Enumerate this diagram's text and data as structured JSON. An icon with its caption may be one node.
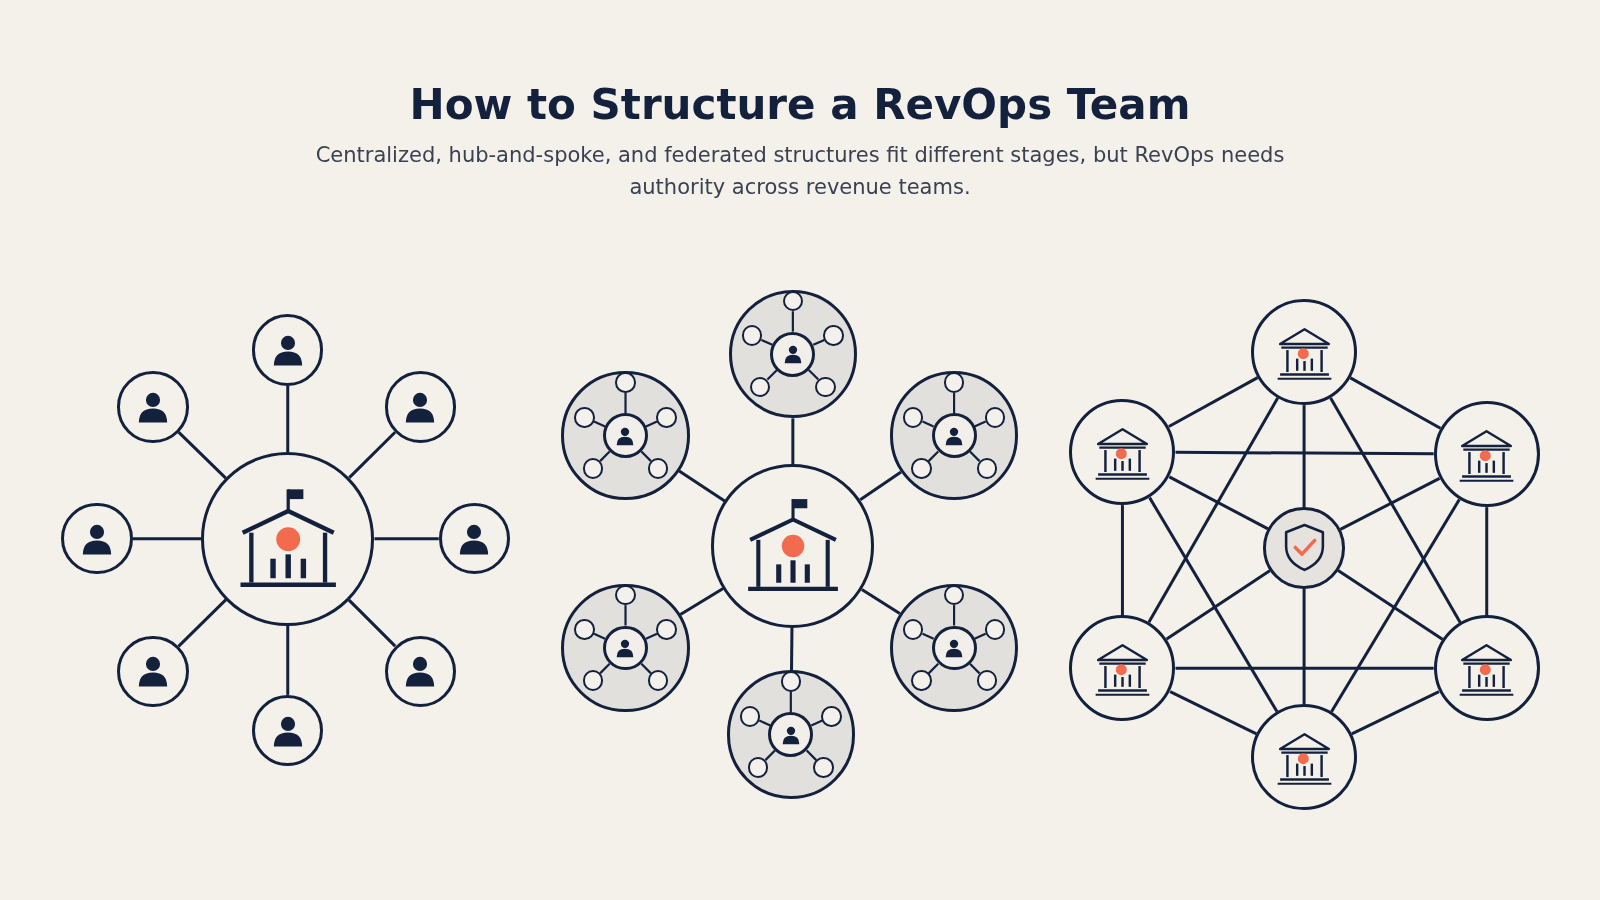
{
  "diagram": {
    "title": "How to Structure a RevOps Team",
    "labels": [
      "Centralized, hub-and-spoke, and federated structures fit different stages, but RevOps needs authority across revenue teams."
    ],
    "nodes": [
      {
        "text": [],
        "shape": "circle"
      },
      {
        "text": [],
        "shape": "circle"
      },
      {
        "text": [],
        "shape": "circle"
      },
      {
        "text": [],
        "shape": "circle"
      },
      {
        "text": [],
        "shape": "circle"
      },
      {
        "text": [],
        "shape": "circle"
      },
      {
        "text": [],
        "shape": "circle"
      },
      {
        "text": [],
        "shape": "circle"
      },
      {
        "text": [],
        "shape": "circle"
      },
      {
        "text": [],
        "shape": "circle"
      },
      {
        "text": [],
        "shape": "circle"
      },
      {
        "text": [],
        "shape": "circle",
        "in": 10
      },
      {
        "text": [],
        "shape": "circle",
        "in": 10
      },
      {
        "text": [],
        "shape": "circle",
        "in": 10
      },
      {
        "text": [],
        "shape": "circle",
        "in": 10
      },
      {
        "text": [],
        "shape": "circle",
        "in": 10
      },
      {
        "text": [],
        "shape": "circle",
        "in": 10
      },
      {
        "text": [],
        "shape": "circle"
      },
      {
        "text": [],
        "shape": "circle",
        "in": 17
      },
      {
        "text": [],
        "shape": "circle",
        "in": 17
      },
      {
        "text": [],
        "shape": "circle",
        "in": 17
      },
      {
        "text": [],
        "shape": "circle",
        "in": 17
      },
      {
        "text": [],
        "shape": "circle",
        "in": 17
      },
      {
        "text": [],
        "shape": "circle",
        "in": 17
      },
      {
        "text": [],
        "shape": "circle"
      },
      {
        "text": [],
        "shape": "circle",
        "in": 24
      },
      {
        "text": [],
        "shape": "circle",
        "in": 24
      },
      {
        "text": [],
        "shape": "circle",
        "in": 24
      },
      {
        "text": [],
        "shape": "circle",
        "in": 24
      },
      {
        "text": [],
        "shape": "circle",
        "in": 24
      },
      {
        "text": [],
        "shape": "circle",
        "in": 24
      },
      {
        "text": [],
        "shape": "circle"
      },
      {
        "text": [],
        "shape": "circle",
        "in": 31
      },
      {
        "text": [],
        "shape": "circle",
        "in": 31
      },
      {
        "text": [],
        "shape": "circle",
        "in": 31
      },
      {
        "text": [],
        "shape": "circle",
        "in": 31
      },
      {
        "text": [],
        "shape": "circle",
        "in": 31
      },
      {
        "text": [],
        "shape": "circle",
        "in": 31
      },
      {
        "text": [],
        "shape": "circle"
      },
      {
        "text": [],
        "shape": "circle",
        "in": 38
      },
      {
        "text": [],
        "shape": "circle",
        "in": 38
      },
      {
        "text": [],
        "shape": "circle",
        "in": 38
      },
      {
        "text": [],
        "shape": "circle",
        "in": 38
      },
      {
        "text": [],
        "shape": "circle",
        "in": 38
      },
      {
        "text": [],
        "shape": "circle",
        "in": 38
      },
      {
        "text": [],
        "shape": "circle"
      },
      {
        "text": [],
        "shape": "circle",
        "in": 45
      },
      {
        "text": [],
        "shape": "circle",
        "in": 45
      },
      {
        "text": [],
        "shape": "circle",
        "in": 45
      },
      {
        "text": [],
        "shape": "circle",
        "in": 45
      },
      {
        "text": [],
        "shape": "circle",
        "in": 45
      },
      {
        "text": [],
        "shape": "circle",
        "in": 45
      },
      {
        "text": [],
        "shape": "circle"
      },
      {
        "text": [],
        "shape": "circle"
      },
      {
        "text": [],
        "shape": "circle"
      },
      {
        "text": [],
        "shape": "circle"
      },
      {
        "text": [],
        "shape": "circle"
      },
      {
        "text": [],
        "shape": "circle"
      },
      {
        "text": [],
        "shape": "circle"
      }
    ],
    "edges": [
      {
        "from": 0,
        "to": 1,
        "arrow": "none"
      },
      {
        "from": 0,
        "to": 2,
        "arrow": "none"
      },
      {
        "from": 0,
        "to": 3,
        "arrow": "none"
      },
      {
        "from": 0,
        "to": 4,
        "arrow": "none"
      },
      {
        "from": 0,
        "to": 5,
        "arrow": "none"
      },
      {
        "from": 0,
        "to": 6,
        "arrow": "none"
      },
      {
        "from": 0,
        "to": 7,
        "arrow": "none"
      },
      {
        "from": 0,
        "to": 8,
        "arrow": "none"
      },
      {
        "from": 9,
        "to": 10,
        "arrow": "none"
      },
      {
        "from": 9,
        "to": 17,
        "arrow": "none"
      },
      {
        "from": 9,
        "to": 24,
        "arrow": "none"
      },
      {
        "from": 9,
        "to": 31,
        "arrow": "none"
      },
      {
        "from": 9,
        "to": 38,
        "arrow": "none"
      },
      {
        "from": 9,
        "to": 45,
        "arrow": "none"
      },
      {
        "from": 11,
        "to": 12,
        "arrow": "none"
      },
      {
        "from": 11,
        "to": 13,
        "arrow": "none"
      },
      {
        "from": 11,
        "to": 14,
        "arrow": "none"
      },
      {
        "from": 11,
        "to": 15,
        "arrow": "none"
      },
      {
        "from": 11,
        "to": 16,
        "arrow": "none"
      },
      {
        "from": 18,
        "to": 19,
        "arrow": "none"
      },
      {
        "from": 18,
        "to": 20,
        "arrow": "none"
      },
      {
        "from": 18,
        "to": 21,
        "arrow": "none"
      },
      {
        "from": 18,
        "to": 22,
        "arrow": "none"
      },
      {
        "from": 18,
        "to": 23,
        "arrow": "none"
      },
      {
        "from": 25,
        "to": 26,
        "arrow": "none"
      },
      {
        "from": 25,
        "to": 27,
        "arrow": "none"
      },
      {
        "from": 25,
        "to": 28,
        "arrow": "none"
      },
      {
        "from": 25,
        "to": 29,
        "arrow": "none"
      },
      {
        "from": 25,
        "to": 30,
        "arrow": "none"
      },
      {
        "from": 32,
        "to": 33,
        "arrow": "none"
      },
      {
        "from": 32,
        "to": 34,
        "arrow": "none"
      },
      {
        "from": 32,
        "to": 35,
        "arrow": "none"
      },
      {
        "from": 32,
        "to": 36,
        "arrow": "none"
      },
      {
        "from": 32,
        "to": 37,
        "arrow": "none"
      },
      {
        "from": 39,
        "to": 40,
        "arrow": "none"
      },
      {
        "from": 39,
        "to": 41,
        "arrow": "none"
      },
      {
        "from": 39,
        "to": 42,
        "arrow": "none"
      },
      {
        "from": 39,
        "to": 43,
        "arrow": "none"
      },
      {
        "from": 39,
        "to": 44,
        "arrow": "none"
      },
      {
        "from": 46,
        "to": 47,
        "arrow": "none"
      },
      {
        "from": 46,
        "to": 48,
        "arrow": "none"
      },
      {
        "from": 46,
        "to": 49,
        "arrow": "none"
      },
      {
        "from": 46,
        "to": 50,
        "arrow": "none"
      },
      {
        "from": 46,
        "to": 51,
        "arrow": "none"
      },
      {
        "from": 52,
        "to": 53,
        "arrow": "none"
      },
      {
        "from": 53,
        "to": 54,
        "arrow": "none"
      },
      {
        "from": 54,
        "to": 55,
        "arrow": "none"
      },
      {
        "from": 55,
        "to": 56,
        "arrow": "none"
      },
      {
        "from": 56,
        "to": 57,
        "arrow": "none"
      },
      {
        "from": 57,
        "to": 52,
        "arrow": "none"
      },
      {
        "from": 52,
        "to": 54,
        "arrow": "none"
      },
      {
        "from": 53,
        "to": 55,
        "arrow": "none"
      },
      {
        "from": 54,
        "to": 56,
        "arrow": "none"
      },
      {
        "from": 55,
        "to": 57,
        "arrow": "none"
      },
      {
        "from": 56,
        "to": 52,
        "arrow": "none"
      },
      {
        "from": 57,
        "to": 53,
        "arrow": "none"
      },
      {
        "from": 58,
        "to": 52,
        "arrow": "none"
      },
      {
        "from": 58,
        "to": 53,
        "arrow": "none"
      },
      {
        "from": 58,
        "to": 54,
        "arrow": "none"
      },
      {
        "from": 58,
        "to": 55,
        "arrow": "none"
      },
      {
        "from": 58,
        "to": 56,
        "arrow": "none"
      },
      {
        "from": 58,
        "to": 57,
        "arrow": "none"
      }
    ]
  }
}
